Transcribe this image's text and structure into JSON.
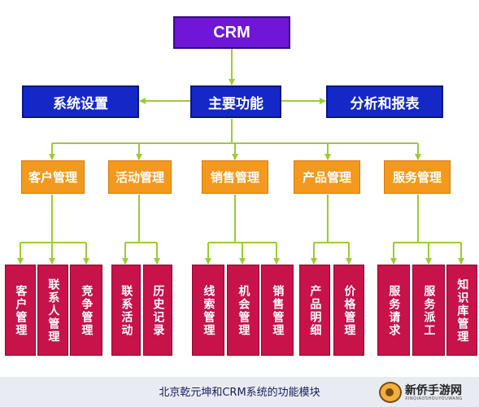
{
  "root": "CRM",
  "main": "主要功能",
  "left_side": "系统设置",
  "right_side": "分析和报表",
  "modules": [
    {
      "label": "客户管理",
      "children": [
        "客户管理",
        "联系人管理",
        "竞争管理"
      ]
    },
    {
      "label": "活动管理",
      "children": [
        "联系活动",
        "历史记录"
      ]
    },
    {
      "label": "销售管理",
      "children": [
        "线索管理",
        "机会管理",
        "销售管理"
      ]
    },
    {
      "label": "产品管理",
      "children": [
        "产品明细",
        "价格管理"
      ]
    },
    {
      "label": "服务管理",
      "children": [
        "服务请求",
        "服务派工",
        "知识库管理"
      ]
    }
  ],
  "caption": "北京乾元坤和CRM系统的功能模块",
  "watermark": {
    "name": "新侨手游网",
    "sub": "XINQIAOSHOUYOUWANG"
  },
  "colors": {
    "root": "#6f16d8",
    "level2": "#1428c8",
    "module": "#f39a1e",
    "leaf": "#c8124a",
    "connector": "#9acd32"
  }
}
